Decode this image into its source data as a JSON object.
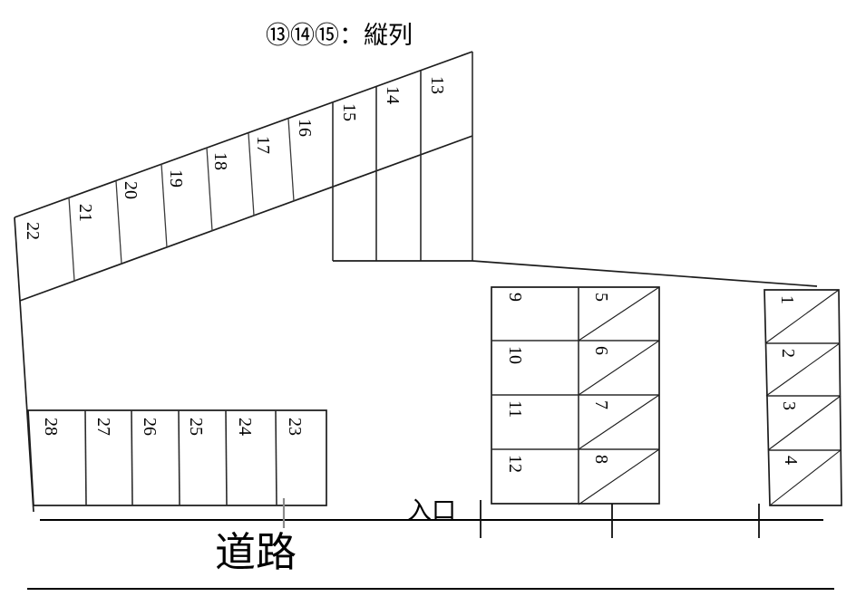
{
  "diagram": {
    "title": "⑬⑭⑮：縦列",
    "road_label": "道路",
    "entrance_label": "入口",
    "colors": {
      "line": "#1d1d1d",
      "background": "#ffffff",
      "text": "#000000",
      "tick_gray": "#8a8a8a"
    },
    "stalls": {
      "top_diagonal_row": [
        "22",
        "21",
        "20",
        "19",
        "18",
        "17",
        "16",
        "15",
        "14",
        "13"
      ],
      "center_block_left_column": [
        "9",
        "10",
        "11",
        "12"
      ],
      "center_block_right_column": [
        "5",
        "6",
        "7",
        "8"
      ],
      "right_block": [
        "1",
        "2",
        "3",
        "4"
      ],
      "bottom_left_row": [
        "28",
        "27",
        "26",
        "25",
        "24",
        "23"
      ]
    },
    "labels": {
      "n1": "1",
      "n2": "2",
      "n3": "3",
      "n4": "4",
      "n5": "5",
      "n6": "6",
      "n7": "7",
      "n8": "8",
      "n9": "9",
      "n10": "10",
      "n11": "11",
      "n12": "12",
      "n13": "13",
      "n14": "14",
      "n15": "15",
      "n16": "16",
      "n17": "17",
      "n18": "18",
      "n19": "19",
      "n20": "20",
      "n21": "21",
      "n22": "22",
      "n23": "23",
      "n24": "24",
      "n25": "25",
      "n26": "26",
      "n27": "27",
      "n28": "28"
    },
    "counts": {
      "total_stalls": 28,
      "parallel_parking_note": "⑬⑭⑮：縦列"
    }
  }
}
